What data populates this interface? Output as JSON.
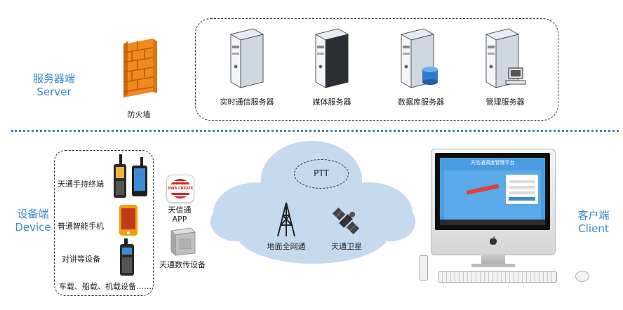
{
  "server_section": {
    "title_cn": "服务器端",
    "title_en": "Server",
    "firewall_label": "防火墙",
    "servers": [
      {
        "label": "实时通信服务器",
        "icon": "server-tower-icon"
      },
      {
        "label": "媒体服务器",
        "icon": "server-tower-icon"
      },
      {
        "label": "数据库服务器",
        "icon": "database-server-icon"
      },
      {
        "label": "管理服务器",
        "icon": "management-server-icon"
      }
    ]
  },
  "device_section": {
    "title_cn": "设备端",
    "title_en": "Device",
    "devices": [
      {
        "label": "天通手持终端"
      },
      {
        "label": "普通智能手机"
      },
      {
        "label": "对讲等设备"
      }
    ],
    "vehicle_label": "车载、船载、机载设备……",
    "app_logo_text": "HWA CREATE",
    "app_label_line1": "天信通",
    "app_label_line2": "APP",
    "data_device_label": "天通数传设备"
  },
  "network": {
    "ptt_label": "PTT",
    "ground_label": "地面全网通",
    "satellite_label": "天通卫星"
  },
  "client_section": {
    "title_cn": "客户端",
    "title_en": "Client",
    "screen_title": "天信通调度管理平台"
  },
  "colors": {
    "accent": "#3a8ad0",
    "cloud": "#c5d9ef",
    "divider": "#3a7fc4"
  }
}
